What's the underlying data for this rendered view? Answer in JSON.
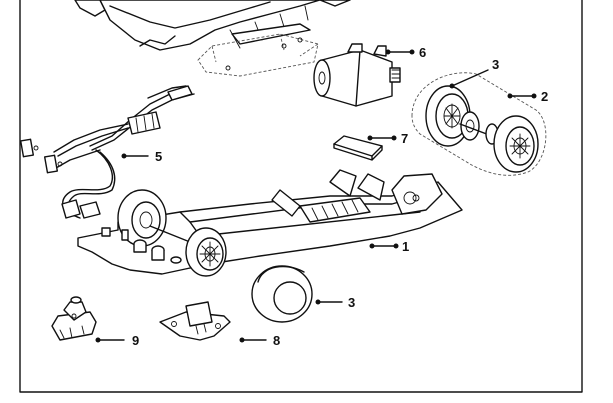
{
  "diagram": {
    "callouts": [
      {
        "id": "body-chassis",
        "label": "1"
      },
      {
        "id": "rear-axle-assembly",
        "label": "2"
      },
      {
        "id": "rear-wheel-top",
        "label": "3"
      },
      {
        "id": "spare-tyre",
        "label": "3"
      },
      {
        "id": "wiring-harness",
        "label": "5"
      },
      {
        "id": "motor",
        "label": "6"
      },
      {
        "id": "pad",
        "label": "7"
      },
      {
        "id": "guide-plate",
        "label": "8"
      },
      {
        "id": "guide-flag",
        "label": "9"
      }
    ]
  }
}
